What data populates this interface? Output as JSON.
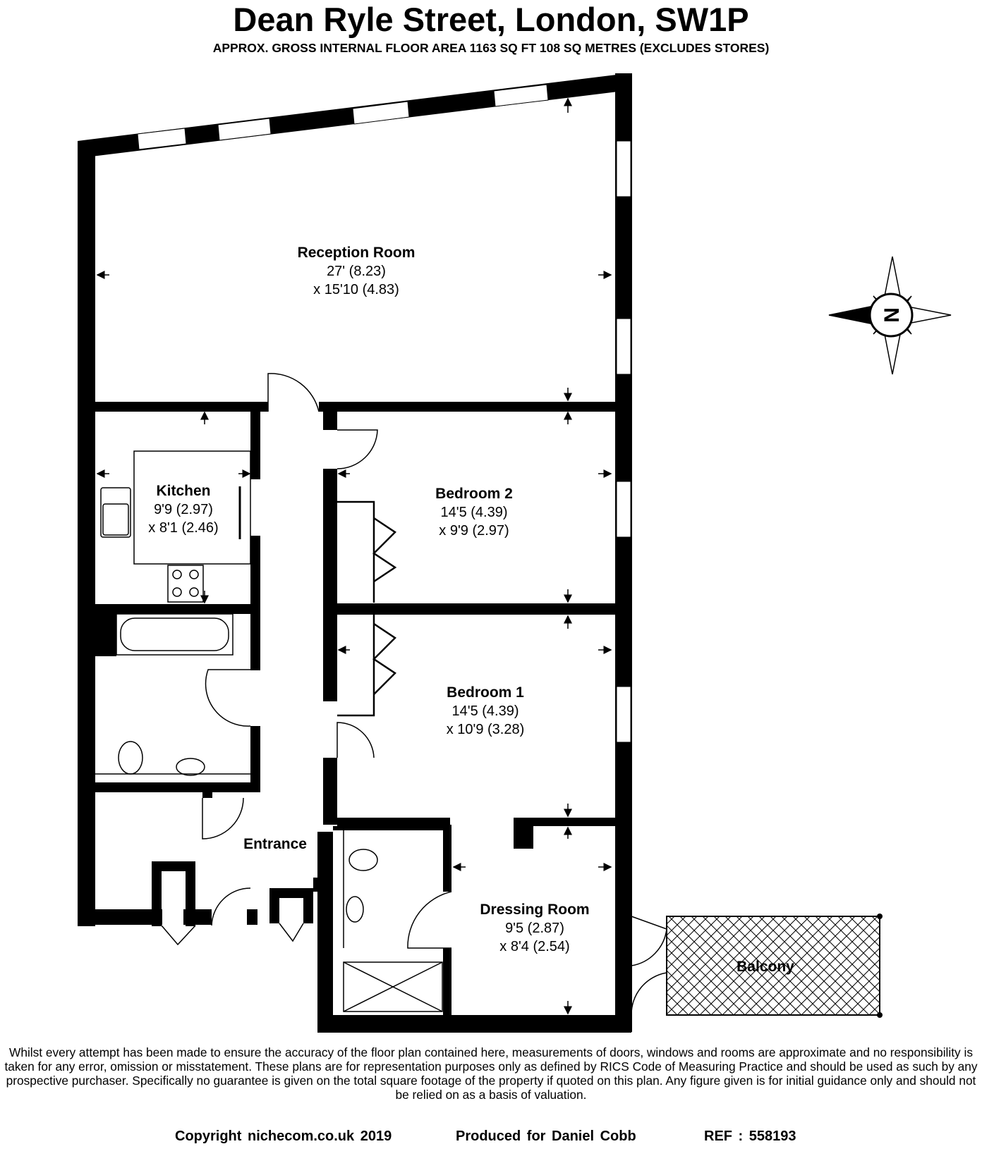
{
  "header": {
    "title": "Dean Ryle Street, London, SW1P",
    "subtitle": "APPROX. GROSS INTERNAL FLOOR AREA 1163 SQ FT 108 SQ METRES (EXCLUDES STORES)"
  },
  "rooms": {
    "reception": {
      "name": "Reception Room",
      "dim1": "27' (8.23)",
      "dim2": "x 15'10 (4.83)"
    },
    "kitchen": {
      "name": "Kitchen",
      "dim1": "9'9 (2.97)",
      "dim2": "x 8'1 (2.46)"
    },
    "bedroom2": {
      "name": "Bedroom 2",
      "dim1": "14'5 (4.39)",
      "dim2": "x 9'9 (2.97)"
    },
    "bedroom1": {
      "name": "Bedroom 1",
      "dim1": "14'5 (4.39)",
      "dim2": "x 10'9 (3.28)"
    },
    "dressing": {
      "name": "Dressing Room",
      "dim1": "9'5 (2.87)",
      "dim2": "x 8'4 (2.54)"
    },
    "entrance": {
      "name": "Entrance"
    },
    "balcony": {
      "name": "Balcony"
    }
  },
  "compass": {
    "letter": "N",
    "icon": "compass-rose-icon"
  },
  "colors": {
    "wall": "#000000",
    "window": "#ffffff",
    "background": "#ffffff"
  },
  "disclaimer": "Whilst every attempt has been made to ensure the accuracy of the floor plan contained here, measurements of doors, windows and rooms are approximate and no responsibility is taken for any error, omission or misstatement. These plans are for representation purposes only as defined by RICS Code of Measuring Practice and should be used as such by any prospective purchaser.  Specifically no guarantee is given on the total square footage of the property if quoted on this plan. Any figure given is for initial guidance only and should not be relied on as a basis of valuation.",
  "footer": {
    "copyright": "Copyright  nichecom.co.uk  2019",
    "produced_for": "Produced  for  Daniel  Cobb",
    "ref": "REF  :  558193"
  }
}
